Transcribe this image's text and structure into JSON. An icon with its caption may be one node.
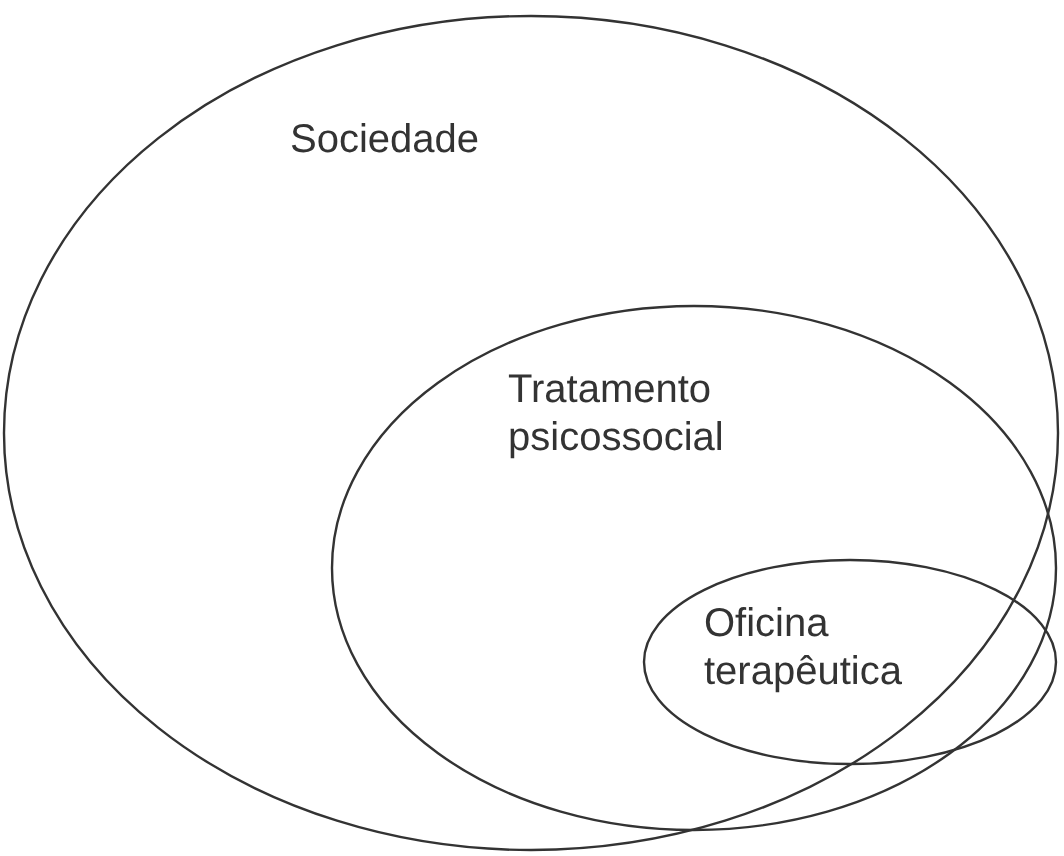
{
  "diagram": {
    "nodes": [
      {
        "text": [
          "Sociedade"
        ]
      },
      {
        "text": [
          "Tratamento psicossocial"
        ],
        "in": 0
      },
      {
        "text": [
          "Oficina terapêutica"
        ],
        "in": 1
      }
    ]
  }
}
